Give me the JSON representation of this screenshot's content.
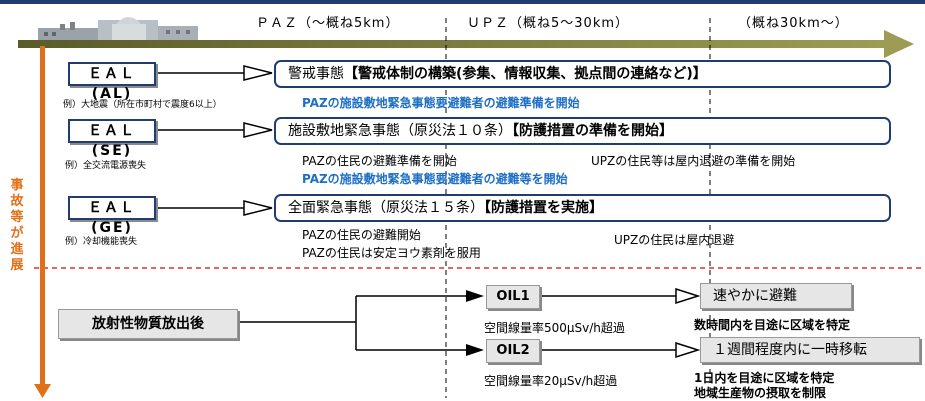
{
  "zones": {
    "paz": "ＰＡＺ（～概ね5km）",
    "upz": "ＵＰＺ（概ね5～30km）",
    "beyond": "（概ね30km～）"
  },
  "side_label": "事故等が進展",
  "levels": [
    {
      "code": "ＥＡＬ(AL)",
      "phase_prefix": "警戒事態",
      "phase_bold": "【警戒体制の構築(参集、情報収集、拠点間の連絡など)】",
      "example": "例）大地震（所在市町村で震度6以上）",
      "blue_note": "PAZの施設敷地緊急事態要避難者の避難準備を開始"
    },
    {
      "code": "ＥＡＬ(SE)",
      "phase_prefix": "施設敷地緊急事態（原災法１０条）",
      "phase_bold": "【防護措置の準備を開始】",
      "example": "例）全交流電源喪失",
      "paz_action": "PAZの住民の避難準備を開始",
      "blue_note": "PAZの施設敷地緊急事態要避難者の避難等を開始",
      "upz_action": "UPZの住民等は屋内退避の準備を開始"
    },
    {
      "code": "ＥＡＬ(GE)",
      "phase_prefix": "全面緊急事態（原災法１５条）",
      "phase_bold": "【防護措置を実施】",
      "example": "例）冷却機能喪失",
      "paz_action_1": "PAZの住民の避難開始",
      "paz_action_2": "PAZの住民は安定ヨウ素剤を服用",
      "upz_action": "UPZの住民は屋内退避"
    }
  ],
  "release": {
    "label": "放射性物質放出後",
    "oil1": {
      "label": "OIL1",
      "criterion": "空間線量率500μSv/h超過",
      "action": "速やかに避難",
      "note": "数時間内を目途に区域を特定"
    },
    "oil2": {
      "label": "OIL2",
      "criterion": "空間線量率20μSv/h超過",
      "action": "１週間程度内に一時移転",
      "note_1": "1日内を目途に区域を特定",
      "note_2": "地域生産物の摂取を制限"
    }
  },
  "colors": {
    "frame": "#1f3d73",
    "timeline": "#7a7a3a",
    "progress_arrow": "#e07019",
    "red_divider": "#e03030",
    "blue_text": "#1e6fc4",
    "gray_box": "#e6e6e6"
  },
  "icons": [
    "nuclear-plant-icon"
  ]
}
